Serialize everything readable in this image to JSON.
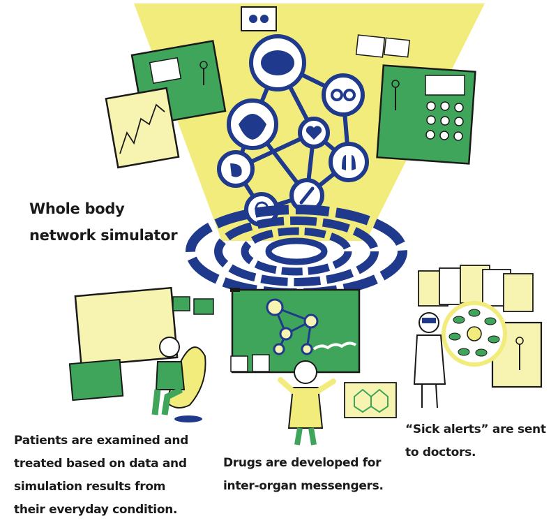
{
  "title": {
    "lines": [
      "Whole body",
      "network simulator"
    ]
  },
  "captions": {
    "patients": {
      "lines": [
        "Patients are examined and",
        "treated based on data and",
        "simulation results from",
        "their everyday condition."
      ]
    },
    "drugs": {
      "lines": [
        "Drugs are developed for",
        "inter-organ messengers."
      ]
    },
    "alerts": {
      "lines": [
        "“Sick alerts” are sent",
        "to doctors."
      ]
    }
  },
  "colors": {
    "beam": "#f2ec7c",
    "navy": "#1f3a8c",
    "green": "#3fa55a",
    "ink": "#1a1a1a",
    "pale_yellow": "#f7f3b0"
  },
  "network": {
    "nodes": [
      {
        "name": "brain-icon"
      },
      {
        "name": "gut-icon"
      },
      {
        "name": "hair-icon"
      },
      {
        "name": "heart-icon"
      },
      {
        "name": "stomach-icon"
      },
      {
        "name": "lungs-icon"
      },
      {
        "name": "ear-icon"
      },
      {
        "name": "bone-icon"
      }
    ]
  }
}
